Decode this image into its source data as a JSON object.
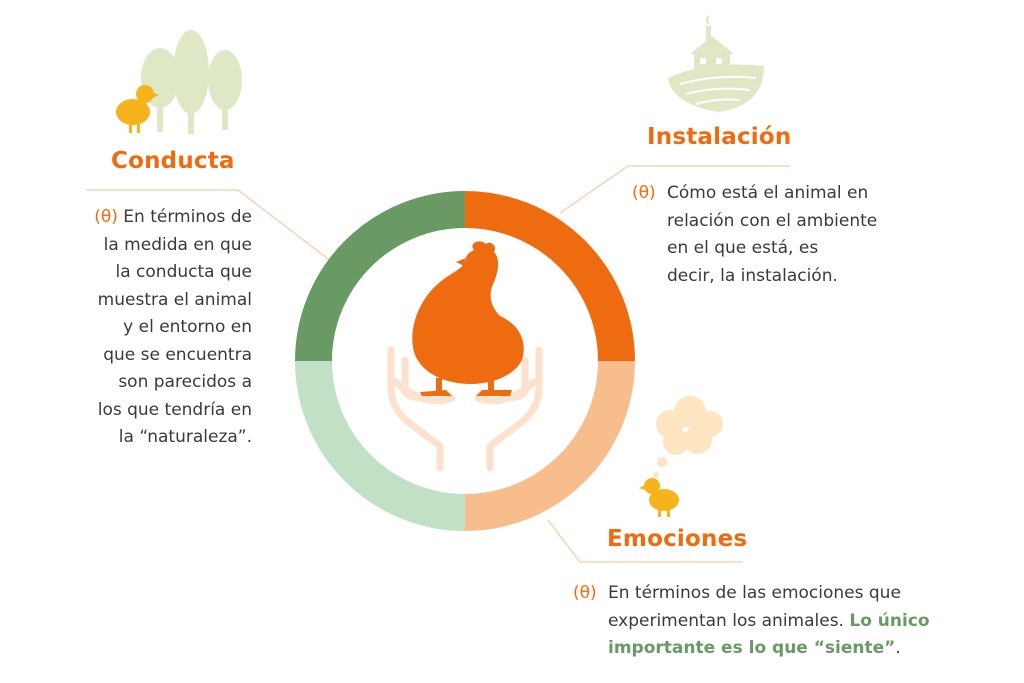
{
  "colors": {
    "orange": "#ee6c0f",
    "light_orange": "#f7bd8d",
    "dark_green": "#6a9a64",
    "light_green": "#c2e0c6",
    "pale_green": "#dfe8c5",
    "chick_yellow": "#f6b31c",
    "cloud": "#fde5c2",
    "hands": "#fbe2cf",
    "leader_line": "#f8d3b5",
    "text": "#3a3a3a"
  },
  "icons": {
    "center": "chicken-in-hands-icon",
    "conducta": "trees-and-chick-icon",
    "instalacion": "farmhouse-icon",
    "emociones": "thinking-chick-icon"
  },
  "sections": {
    "conducta": {
      "title": "Conducta",
      "theta": "(θ)",
      "lines": [
        "En términos de",
        "la medida en que",
        "la conducta que",
        "muestra el animal",
        "y el entorno en",
        "que se encuentra",
        "son parecidos a",
        "los que tendría en",
        "la “naturaleza”."
      ]
    },
    "instalacion": {
      "title": "Instalación",
      "theta": "(θ)",
      "lines": [
        "Cómo está el animal en",
        "relación con el ambiente",
        "en el que está, es",
        "decir, la instalación."
      ]
    },
    "emociones": {
      "title": "Emociones",
      "theta": "(θ)",
      "line1": "En términos de las emociones que",
      "line2_plain": "experimentan los animales. ",
      "line2_bold": "Lo único",
      "line3_bold": "importante es lo que “siente”",
      "line3_end": "."
    }
  }
}
